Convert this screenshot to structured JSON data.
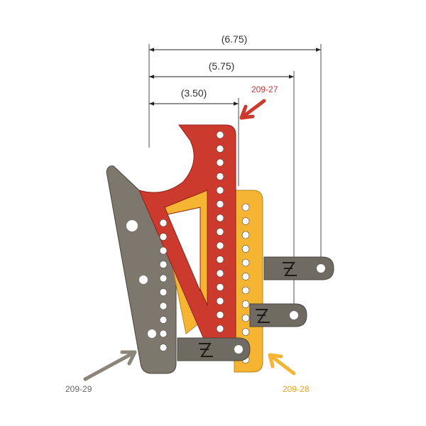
{
  "dimensions": [
    {
      "label": "(6.75)"
    },
    {
      "label": "(5.75)"
    },
    {
      "label": "(3.50)"
    }
  ],
  "parts": {
    "red": {
      "label": "209-27",
      "color": "#cc3a2e",
      "label_color": "#c0392b"
    },
    "yellow": {
      "label": "209-28",
      "color": "#f5b532",
      "label_color": "#e8a317"
    },
    "gray": {
      "label": "209-29",
      "color": "#7d776d",
      "label_color": "#666666"
    }
  },
  "colors": {
    "dimension_line": "#222222",
    "plate_outline": "#4a4540",
    "hole": "#ffffff",
    "tab": "#6f6a62"
  },
  "icons": [
    "logo-mark"
  ]
}
